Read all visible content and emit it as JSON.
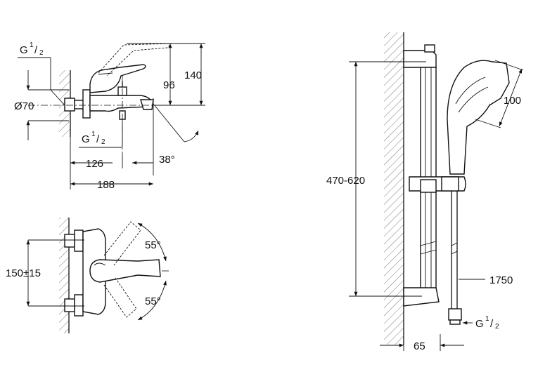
{
  "dimensions": {
    "thread_top": "G",
    "thread_top_num": "1",
    "thread_top_den": "2",
    "d140": "140",
    "d96": "96",
    "d70": "Ø70",
    "thread_mid": "G",
    "thread_mid_num": "1",
    "thread_mid_den": "2",
    "d126": "126",
    "d38": "38°",
    "d188": "188",
    "d150": "150±15",
    "a55_top": "55°",
    "a55_bot": "55°",
    "d470": "470-620",
    "d100": "100",
    "d1750": "1750",
    "thread_hose": "G",
    "thread_hose_num": "1",
    "thread_hose_den": "2",
    "d65": "65"
  }
}
